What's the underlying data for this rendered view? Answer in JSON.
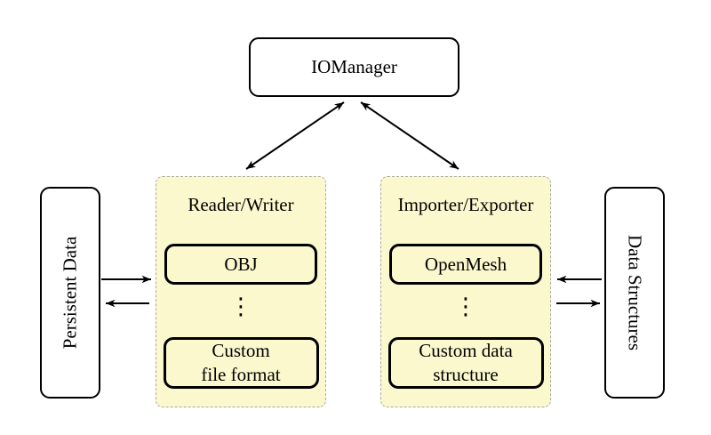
{
  "nodes": {
    "iomanager": "IOManager",
    "persistent_data": "Persistent Data",
    "data_structures": "Data Structures"
  },
  "panels": {
    "left": {
      "title": "Reader/Writer",
      "top_item": "OBJ",
      "ellipsis": "⋮",
      "bottom_item_line1": "Custom",
      "bottom_item_line2": "file format"
    },
    "right": {
      "title": "Importer/Exporter",
      "top_item": "OpenMesh",
      "ellipsis": "⋮",
      "bottom_item_line1": "Custom data",
      "bottom_item_line2": "structure"
    }
  },
  "connections": [
    {
      "from": "IOManager",
      "to": "Reader/Writer",
      "bidirectional": true
    },
    {
      "from": "IOManager",
      "to": "Importer/Exporter",
      "bidirectional": true
    },
    {
      "from": "Persistent Data",
      "to": "Reader/Writer",
      "bidirectional": false
    },
    {
      "from": "Reader/Writer",
      "to": "Persistent Data",
      "bidirectional": false
    },
    {
      "from": "Data Structures",
      "to": "Importer/Exporter",
      "bidirectional": false
    },
    {
      "from": "Importer/Exporter",
      "to": "Data Structures",
      "bidirectional": false
    }
  ],
  "colors": {
    "panel_fill": "#FBF8CE",
    "panel_border": "#A9A9A9",
    "ink": "#000000",
    "bg": "#FFFFFF"
  }
}
